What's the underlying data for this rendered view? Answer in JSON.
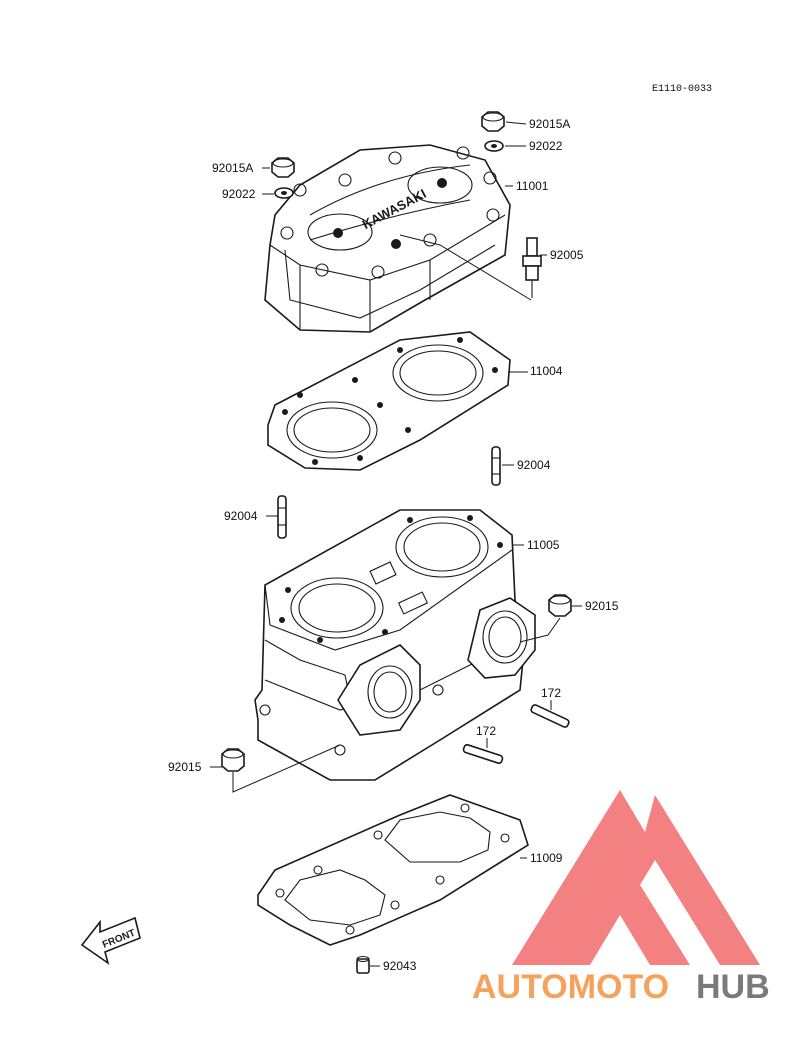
{
  "diagram": {
    "code": "E1110-0033",
    "front_label": "FRONT"
  },
  "labels": {
    "nut_top_right": "92015A",
    "washer_top_right": "92022",
    "nut_top_left": "92015A",
    "washer_top_left": "92022",
    "cylinder_head": "11001",
    "spark_plug": "92005",
    "head_gasket": "11004",
    "stud_right": "92004",
    "stud_left": "92004",
    "cylinder": "11005",
    "nut_right": "92015",
    "stud_172_upper": "172",
    "stud_172_lower": "172",
    "nut_left": "92015",
    "base_gasket": "11009",
    "dowel_pin": "92043"
  },
  "watermark": {
    "part1": "AUTOMOTO",
    "part2": "HUB",
    "color1": "#f5a25d",
    "color2": "#7a7a7a",
    "logo_color": "#f26b6b"
  }
}
